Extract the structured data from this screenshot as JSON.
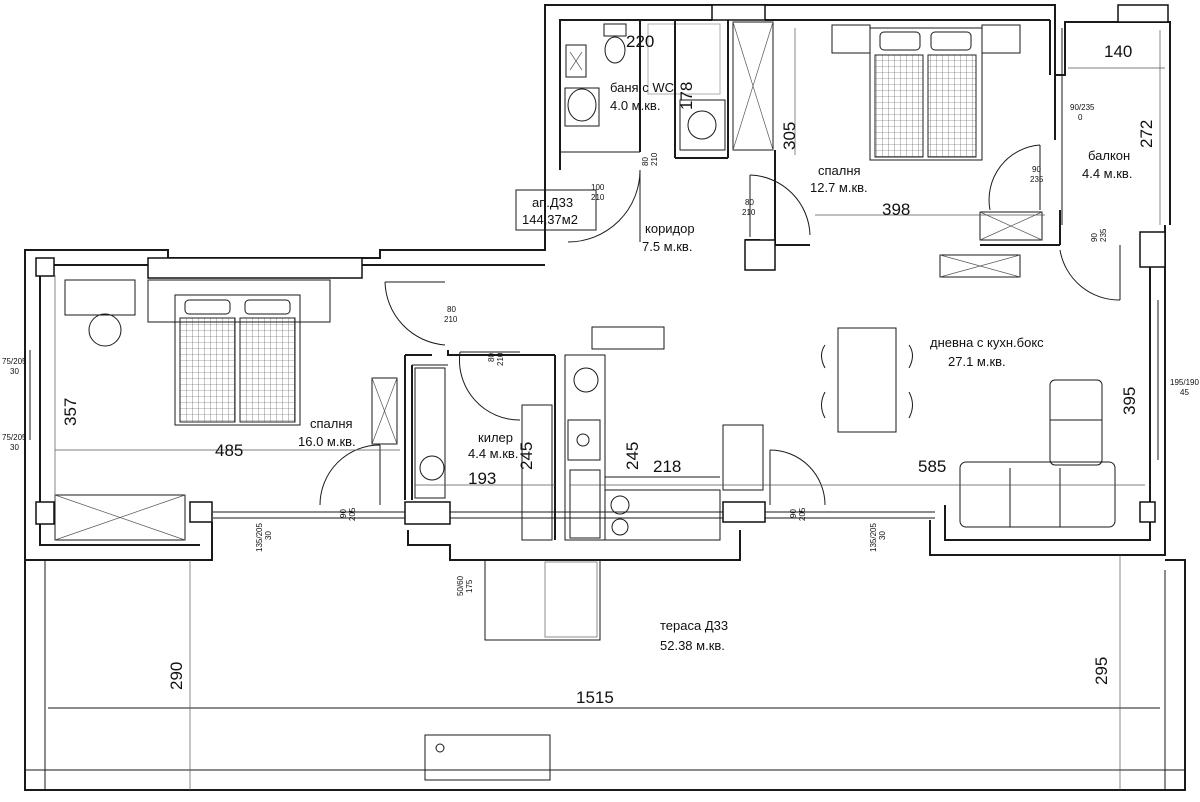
{
  "apartment": {
    "name": "ап.Д33",
    "area": "144,37м2"
  },
  "rooms": [
    {
      "id": "bath",
      "name": "баня с WC",
      "area": "4.0 м.кв."
    },
    {
      "id": "corridor",
      "name": "коридор",
      "area": "7.5 м.кв."
    },
    {
      "id": "bedroom_right",
      "name": "спалня",
      "area": "12.7 м.кв."
    },
    {
      "id": "balcony",
      "name": "балкон",
      "area": "4.4 м.кв."
    },
    {
      "id": "bedroom_left",
      "name": "спалня",
      "area": "16.0 м.кв."
    },
    {
      "id": "storage",
      "name": "килер",
      "area": "4.4 м.кв."
    },
    {
      "id": "living",
      "name": "дневна с кухн.бокс",
      "area": "27.1 м.кв."
    },
    {
      "id": "terrace",
      "name": "тераса Д33",
      "area": "52.38 м.кв."
    }
  ],
  "dimensions": {
    "d220": "220",
    "d178": "178",
    "d305": "305",
    "d398": "398",
    "d140": "140",
    "d272": "272",
    "d357": "357",
    "d485": "485",
    "d193": "193",
    "d245a": "245",
    "d245b": "245",
    "d218": "218",
    "d585": "585",
    "d395": "395",
    "d290": "290",
    "d1515": "1515",
    "d295": "295"
  },
  "openings": {
    "o1_a": "80",
    "o1_b": "210",
    "o2_a": "100",
    "o2_b": "210",
    "o3_a": "80",
    "o3_b": "210",
    "o4_a": "90/235",
    "o4_b": "0",
    "o5_a": "90",
    "o5_b": "235",
    "o6_a": "90",
    "o6_b": "235",
    "o7_a": "80",
    "o7_b": "210",
    "o8_a": "80",
    "o8_b": "210",
    "o9_a": "75/205",
    "o9_b": "30",
    "o10_a": "75/205",
    "o10_b": "30",
    "o11_a": "195/190",
    "o11_b": "45",
    "o12_a": "90",
    "o12_b": "205",
    "o13_a": "135/205",
    "o13_b": "30",
    "o14_a": "90",
    "o14_b": "205",
    "o15_a": "135/205",
    "o15_b": "30",
    "o16_a": "50/60",
    "o16_b": "175"
  }
}
